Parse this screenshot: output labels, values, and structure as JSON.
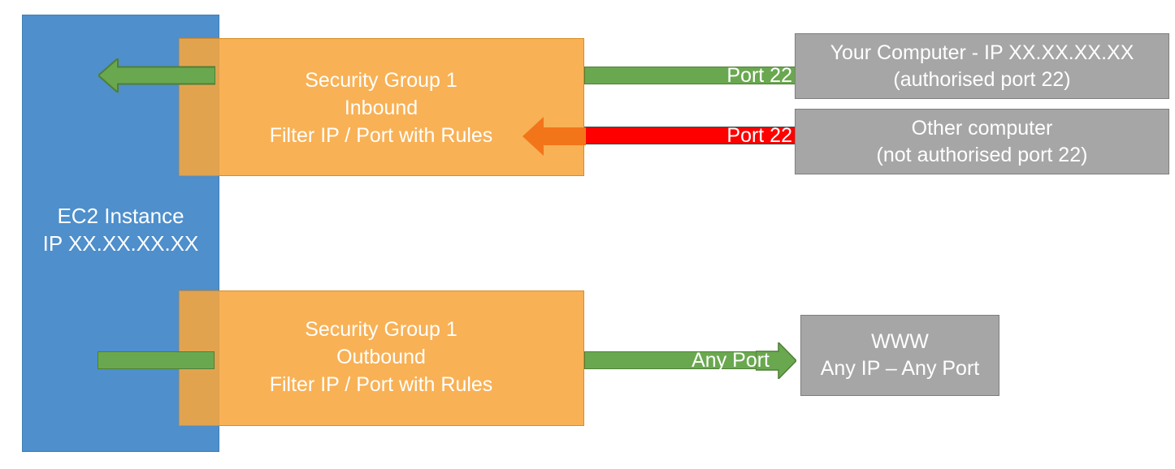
{
  "diagram": {
    "title": "AWS EC2 Security Group inbound and outbound traffic filtering",
    "colors": {
      "instance": "#4e8fcc",
      "security_group": "#f7a63e",
      "allowed": "#6aa84f",
      "blocked": "#fe0000",
      "blocked_arrow": "#f3751a",
      "endpoint": "#a6a6a6",
      "background": "#ffffff"
    }
  },
  "instance": {
    "name": "EC2 Instance",
    "ip": "IP XX.XX.XX.XX"
  },
  "security_groups": {
    "inbound": {
      "title": "Security Group 1",
      "direction": "Inbound",
      "rule": "Filter IP / Port with Rules"
    },
    "outbound": {
      "title": "Security Group 1",
      "direction": "Outbound",
      "rule": "Filter IP / Port with Rules"
    }
  },
  "flows": {
    "allowed_inbound": {
      "port_label": "Port 22",
      "state": "allowed"
    },
    "blocked_inbound": {
      "port_label": "Port 22",
      "state": "blocked"
    },
    "allowed_outbound": {
      "port_label": "Any Port",
      "state": "allowed"
    }
  },
  "endpoints": {
    "your_computer": {
      "line1": "Your Computer - IP XX.XX.XX.XX",
      "line2": "(authorised port 22)"
    },
    "other_computer": {
      "line1": "Other computer",
      "line2": "(not authorised port 22)"
    },
    "www": {
      "line1": "WWW",
      "line2": "Any IP – Any Port"
    }
  }
}
